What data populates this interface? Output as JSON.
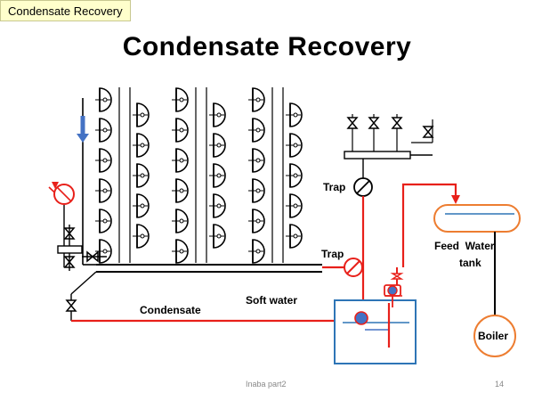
{
  "header_tag": "Condensate Recovery",
  "title": "Condensate Recovery",
  "labels": {
    "trap_top": "Trap",
    "trap_mid": "Trap",
    "feed_water_tank_line1": "Feed  Water",
    "feed_water_tank_line2": "tank",
    "condensate": "Condensate",
    "soft_water": "Soft water",
    "boiler": "Boiler"
  },
  "footer": {
    "left": "Inaba part2",
    "page": "14"
  },
  "colors": {
    "condensate_line": "#e8201a",
    "tank_outline": "#2e75b6",
    "feed_tank_outline": "#ed7d31",
    "pump_blue": "#4472c4"
  }
}
